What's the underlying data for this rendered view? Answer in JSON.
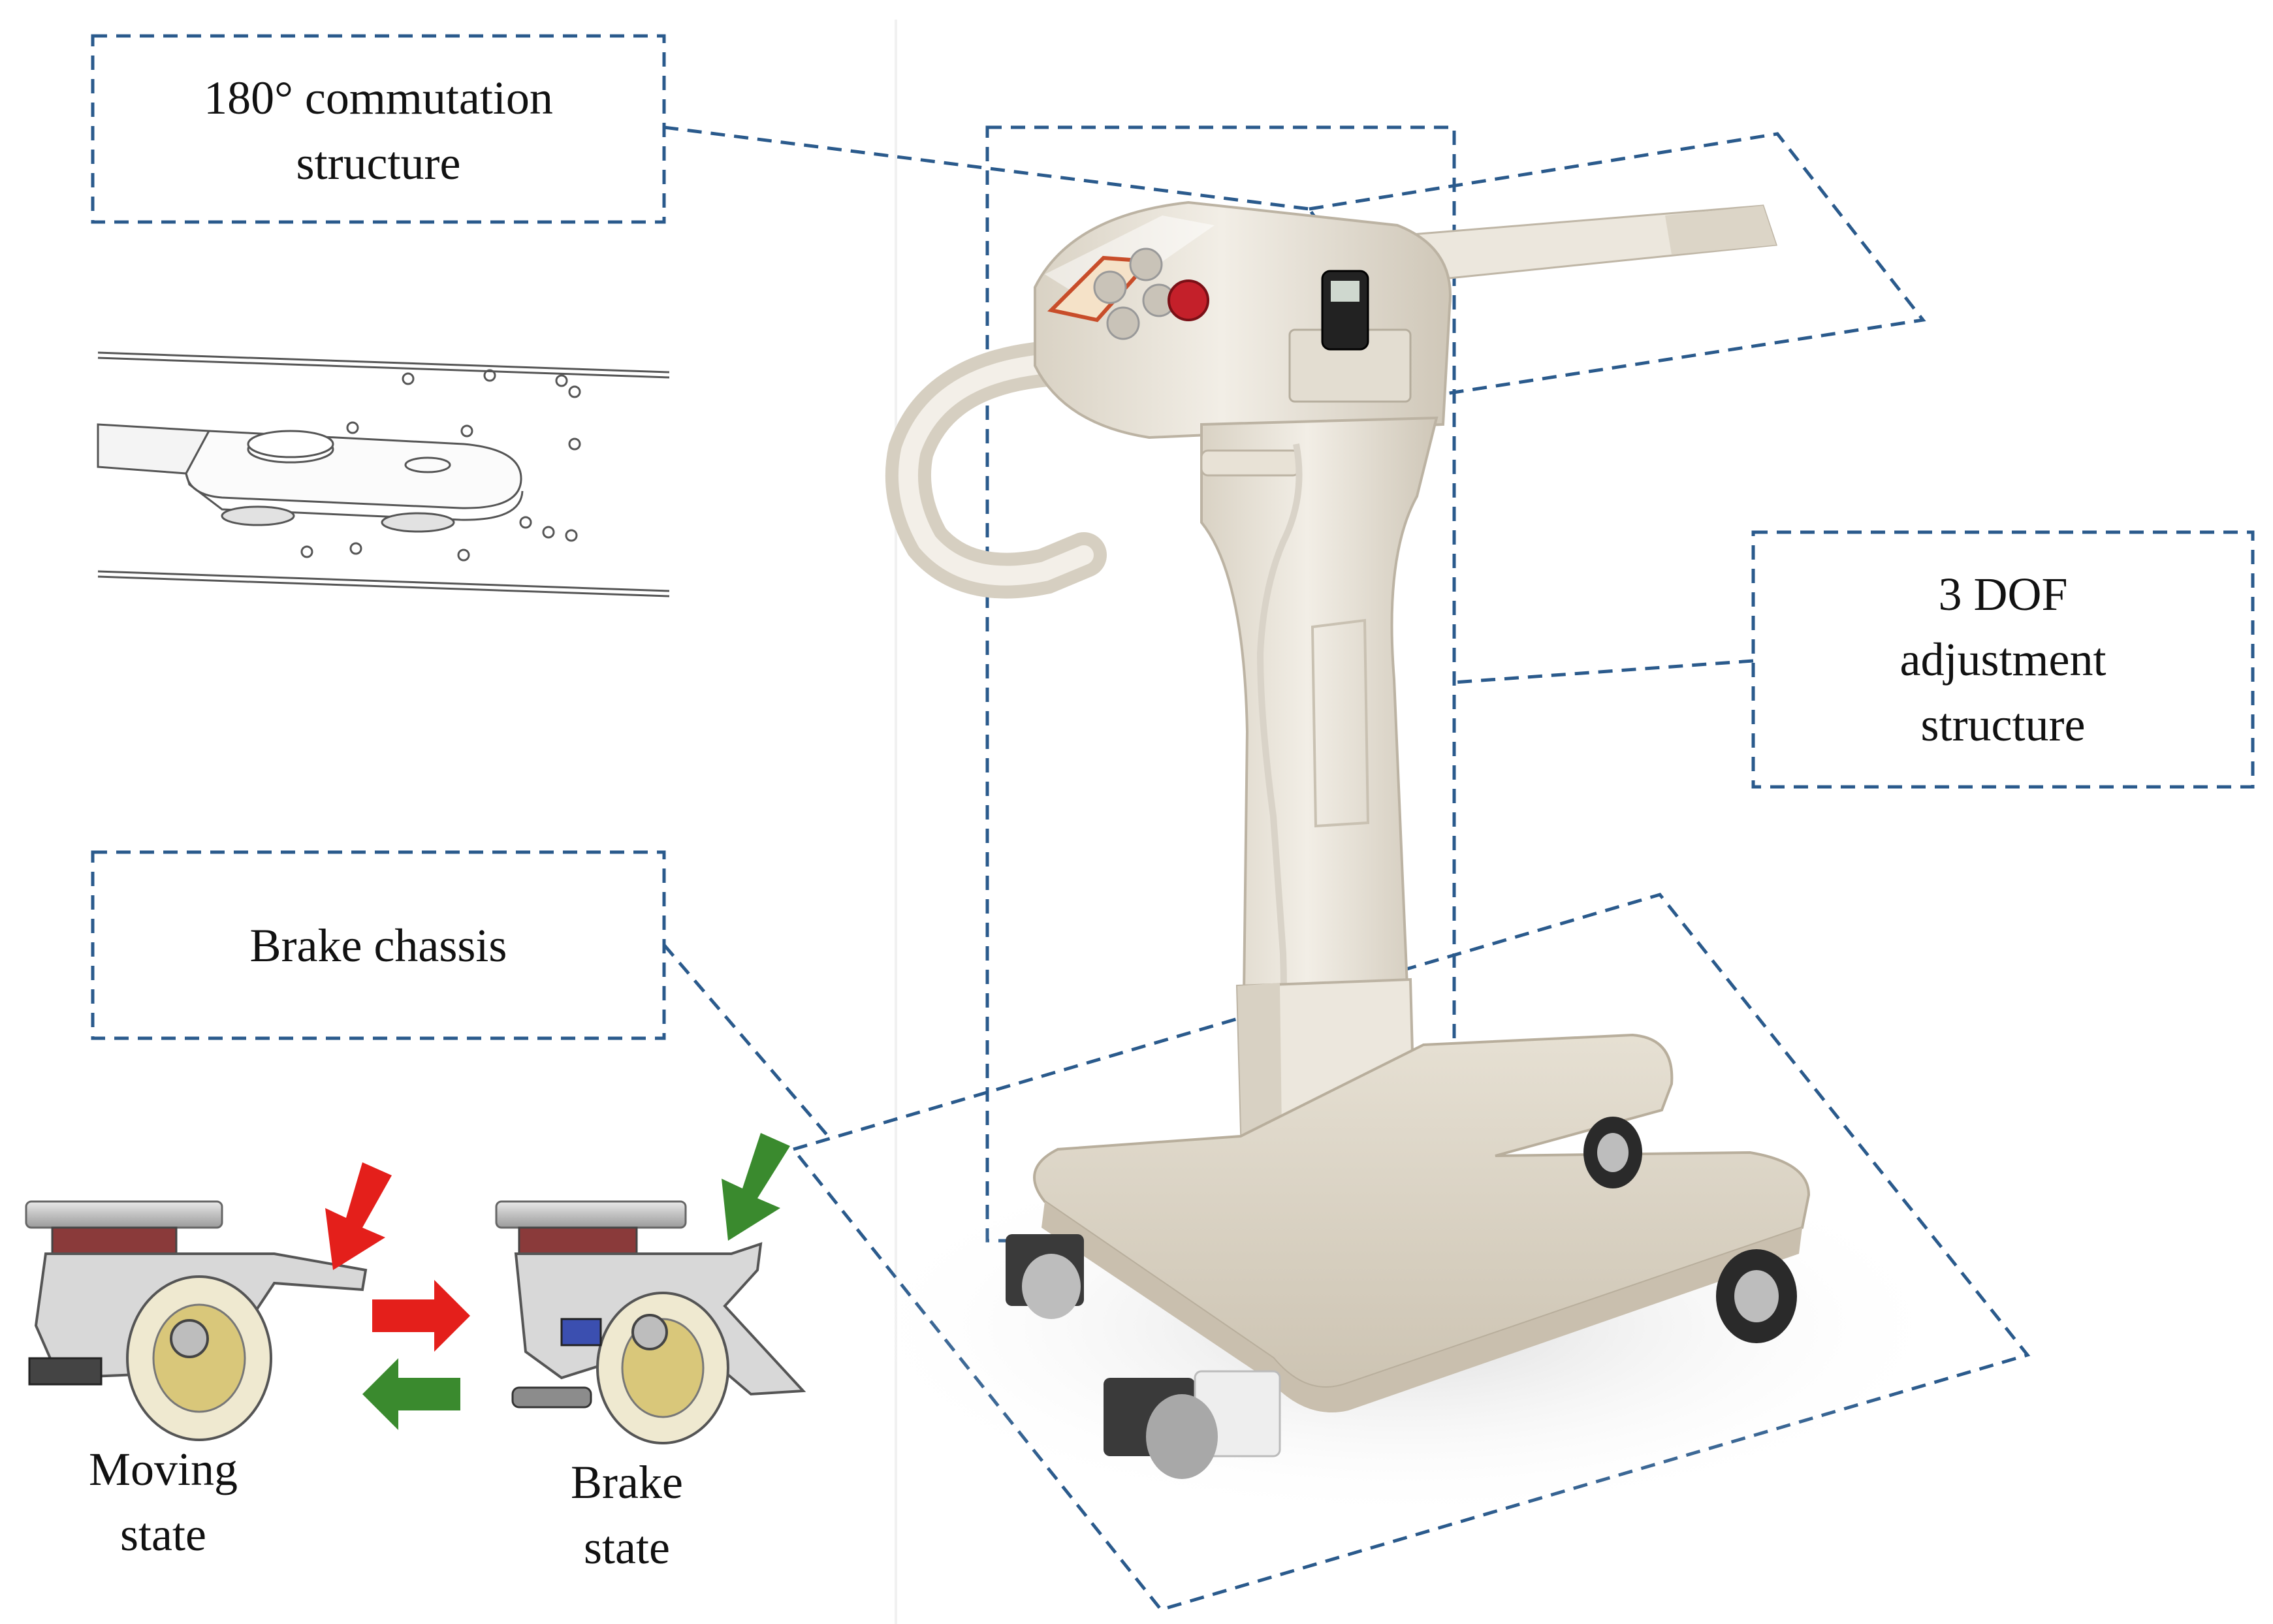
{
  "labels": {
    "commutation": {
      "line1": "180°  commutation",
      "line2": "structure"
    },
    "dof": {
      "line1": "3 DOF",
      "line2": "adjustment",
      "line3": "structure"
    },
    "brake_chassis": "Brake chassis",
    "moving_state": {
      "line1": "Moving",
      "line2": "state"
    },
    "brake_state": {
      "line1": "Brake",
      "line2": "state"
    }
  },
  "colors": {
    "dashed_line": "#2a5a8c",
    "red_arrow": "#e41f1b",
    "green_arrow": "#3a8a2e",
    "device_body": "#e8e2d6",
    "device_shadow": "#c9c1b2"
  },
  "icons": {
    "forward_arrow": "red-right-arrow-icon",
    "back_arrow": "green-left-arrow-icon",
    "press_down_red": "red-press-arrow-icon",
    "press_down_green": "green-press-arrow-icon"
  }
}
